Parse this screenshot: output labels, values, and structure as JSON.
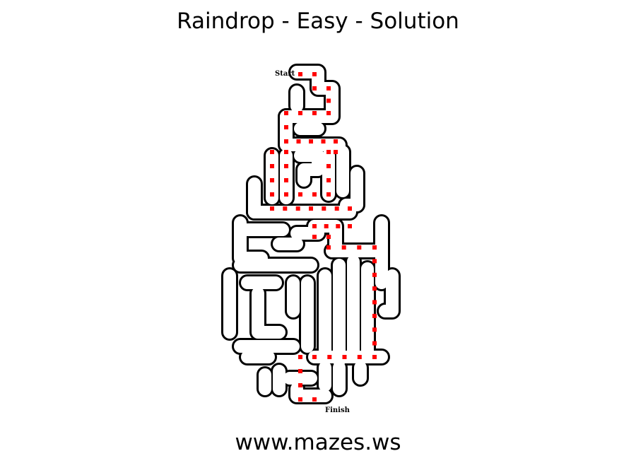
{
  "page": {
    "title": "Raindrop - Easy - Solution",
    "footer": "www.mazes.ws"
  },
  "maze": {
    "start_label": "Start",
    "finish_label": "Finish",
    "path_color": "#ff0000",
    "wall_color": "#000000"
  }
}
